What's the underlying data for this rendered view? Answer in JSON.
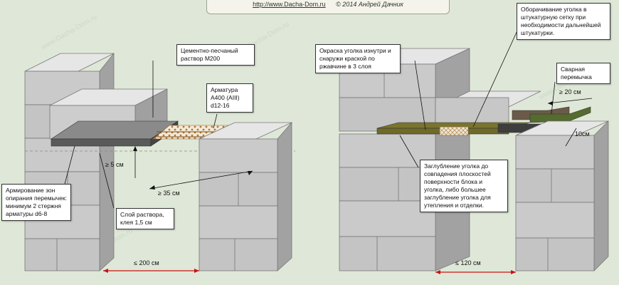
{
  "header": {
    "url": "http://www.Dacha-Dom.ru",
    "copyright": "© 2014 Андрей Дачник"
  },
  "watermark": "www.Dacha-Dom.ru",
  "left_diagram": {
    "label_mortar_m200": "Цементно-песчаный раствор М200",
    "label_rebar": "Арматура А400 (AIII) d12-16",
    "label_support_reinforcement": "Армирование зон опирания перемычек: минимум 2 стержня арматуры d6-8",
    "label_mortar_layer": "Слой раствора, клея 1,5 см",
    "dim_5cm": "≥ 5 см",
    "dim_35cm": "≥ 35 см",
    "dim_200cm": "≤ 200 см"
  },
  "right_diagram": {
    "label_paint": "Окраска уголка изнутри и снаружи краской по ржавчине в 3 слоя",
    "label_wrap": "Оборачивание уголка в штукатурную сетку при необходимости дальнейшей штукатурки.",
    "label_welded": "Сварная перемычка",
    "label_recess": "Заглубление уголка до совпадения плоскостей поверхности блока и уголка, либо большее заглубление уголка для утепления и отделки.",
    "dim_20cm": "≥ 20 см",
    "dim_10cm": "10см",
    "dim_120cm": "≤ 120 см"
  },
  "colors": {
    "block_front": "#c9c9c9",
    "block_top": "#e6e6e6",
    "block_side": "#9c9c9c",
    "lintel": "#5e5e5e",
    "angle": "#6f6a28",
    "dim_red": "#cc1111"
  }
}
